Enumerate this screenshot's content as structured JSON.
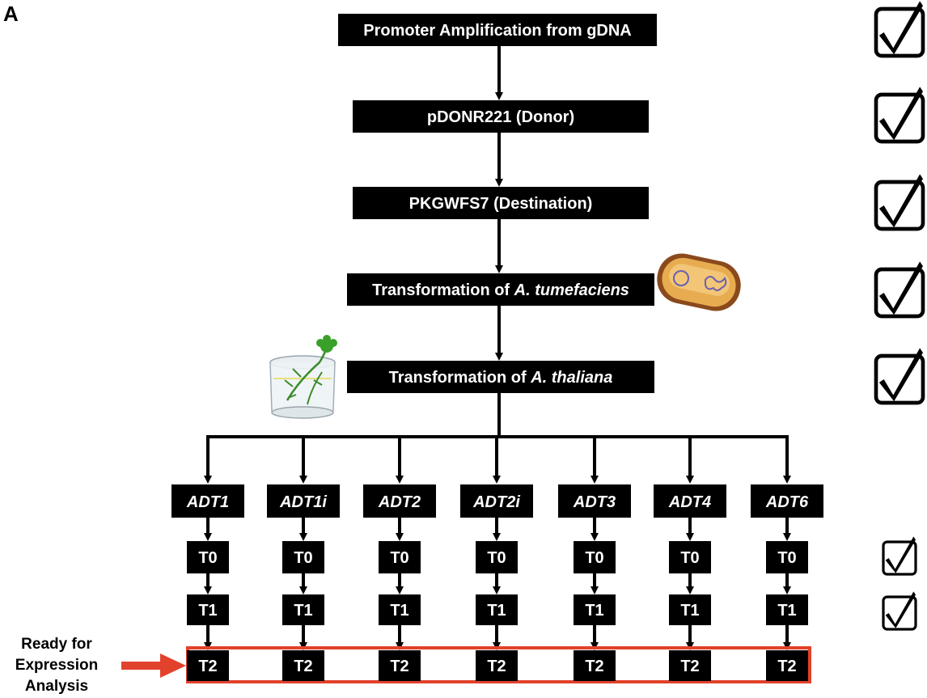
{
  "panel_label": "A",
  "steps": [
    {
      "text": "Promoter Amplification from gDNA"
    },
    {
      "text": "pDONR221 (Donor)"
    },
    {
      "text": "PKGWFS7 (Destination)"
    },
    {
      "text": "Transformation of ",
      "italic": "A. tumefaciens"
    },
    {
      "text": "Transformation of ",
      "italic": "A. thaliana"
    }
  ],
  "genes": [
    "ADT1",
    "ADT1i",
    "ADT2",
    "ADT2i",
    "ADT3",
    "ADT4",
    "ADT6"
  ],
  "generations": [
    "T0",
    "T1",
    "T2"
  ],
  "ready_label": [
    "Ready for",
    "Expression",
    "Analysis"
  ],
  "completed_steps": 5,
  "completed_generations": 2,
  "colors": {
    "box": "#000000",
    "box_text": "#ffffff",
    "highlight": "#e2412b",
    "arrow": "#e2412b"
  },
  "icons": [
    "checkbox-checked-icon",
    "bacterium-icon",
    "plant-in-jar-icon"
  ]
}
